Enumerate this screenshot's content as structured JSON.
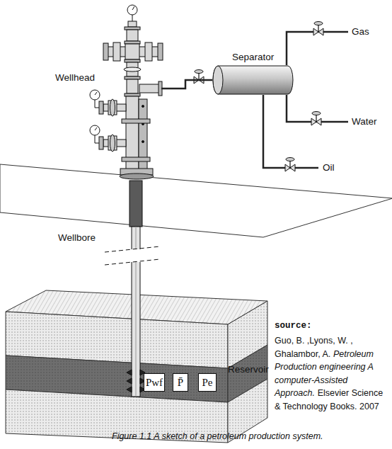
{
  "diagram": {
    "caption": "Figure 1.1 A sketch of a petroleum production system.",
    "nodes": [
      {
        "text": [
          "Wellhead"
        ]
      },
      {
        "text": [
          "Separator"
        ]
      },
      {
        "text": [
          "Reservoir"
        ]
      },
      {
        "text": [
          "Pwf"
        ],
        "in": 2
      },
      {
        "text": [
          "P̄"
        ],
        "in": 2
      },
      {
        "text": [
          "Pe"
        ],
        "in": 2
      }
    ],
    "edges": [
      {
        "from": 0,
        "to": 1,
        "arrow": "none"
      }
    ],
    "labels": [
      "Gas",
      "Water",
      "Oil",
      "Wellbore",
      "source:",
      "Guo, B. ,Lyons, W. , Ghalambor, A.",
      "Petroleum Production engineering A computer-Assisted Approach.",
      "Elsevier Science & Technology Books. 2007"
    ]
  }
}
